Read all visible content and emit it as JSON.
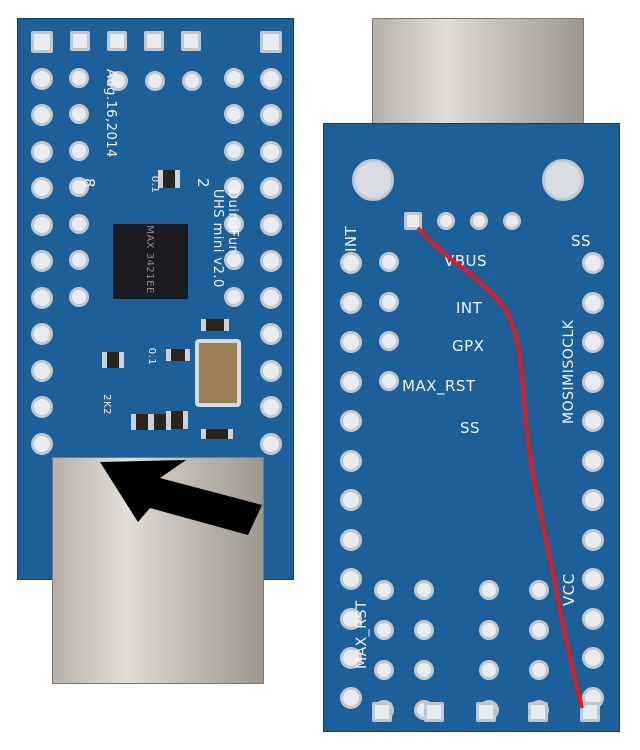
{
  "left_board": {
    "silkscreen": {
      "date": "Aug.16,2014",
      "brand": "DuinoFun",
      "model": "UHS mini v2.0",
      "chip": "MAX 3421EE",
      "c1": "0.1",
      "c2": "0.1",
      "r1": "2K2",
      "num8": "8",
      "num2": "2"
    }
  },
  "right_board": {
    "silkscreen": {
      "int_corner": "INT",
      "ss_corner": "SS",
      "vbus": "VBUS",
      "int": "INT",
      "gpx": "GPX",
      "max_rst": "MAX_RST",
      "ss": "SS",
      "mosi_miso_clk": "MOSIMISOCLK",
      "vcc": "VCC",
      "max_rst_vertical": "MAX_RST"
    }
  },
  "colors": {
    "pcb_blue": "#1d5f99",
    "pad_silver": "#e9ecef",
    "trace_red": "#e21b1b",
    "arrow_black": "#000000"
  }
}
